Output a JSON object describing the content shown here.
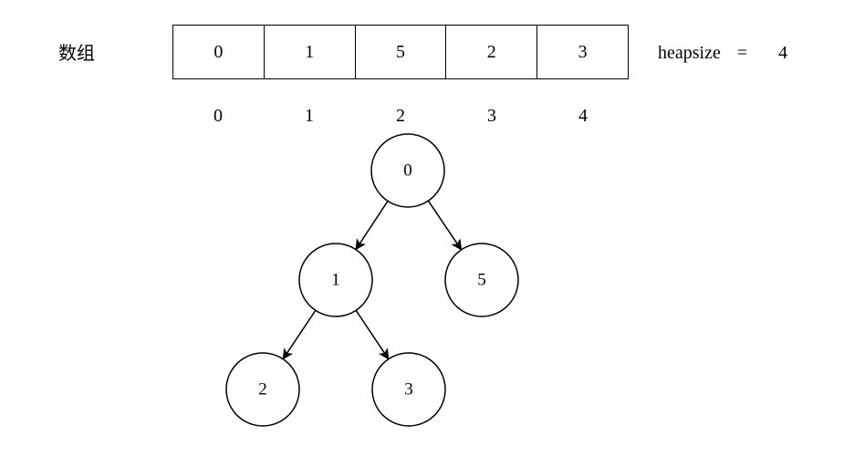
{
  "array_label": "数组",
  "array_values": [
    "0",
    "1",
    "5",
    "2",
    "3"
  ],
  "indices": [
    "0",
    "1",
    "2",
    "3",
    "4"
  ],
  "heapsize": {
    "label": "heapsize",
    "equals": "=",
    "value": "4"
  },
  "tree": {
    "nodes": [
      {
        "id": "n0",
        "label": "0"
      },
      {
        "id": "n1",
        "label": "1"
      },
      {
        "id": "n2",
        "label": "5"
      },
      {
        "id": "n3",
        "label": "2"
      },
      {
        "id": "n4",
        "label": "3"
      }
    ],
    "edges": [
      {
        "from": "n0",
        "to": "n1"
      },
      {
        "from": "n0",
        "to": "n2"
      },
      {
        "from": "n1",
        "to": "n3"
      },
      {
        "from": "n1",
        "to": "n4"
      }
    ]
  }
}
